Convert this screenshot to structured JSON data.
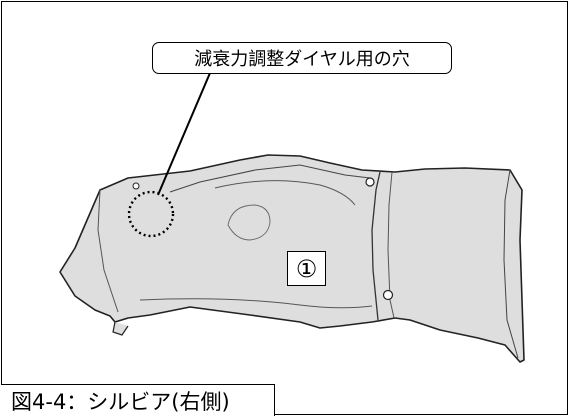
{
  "figure": {
    "callout_text": "減衰力調整ダイヤル用の穴",
    "part_number": "①",
    "caption": "図4-4：シルビア(右側)"
  },
  "colors": {
    "part_fill": "#dedede",
    "line": "#000000"
  }
}
